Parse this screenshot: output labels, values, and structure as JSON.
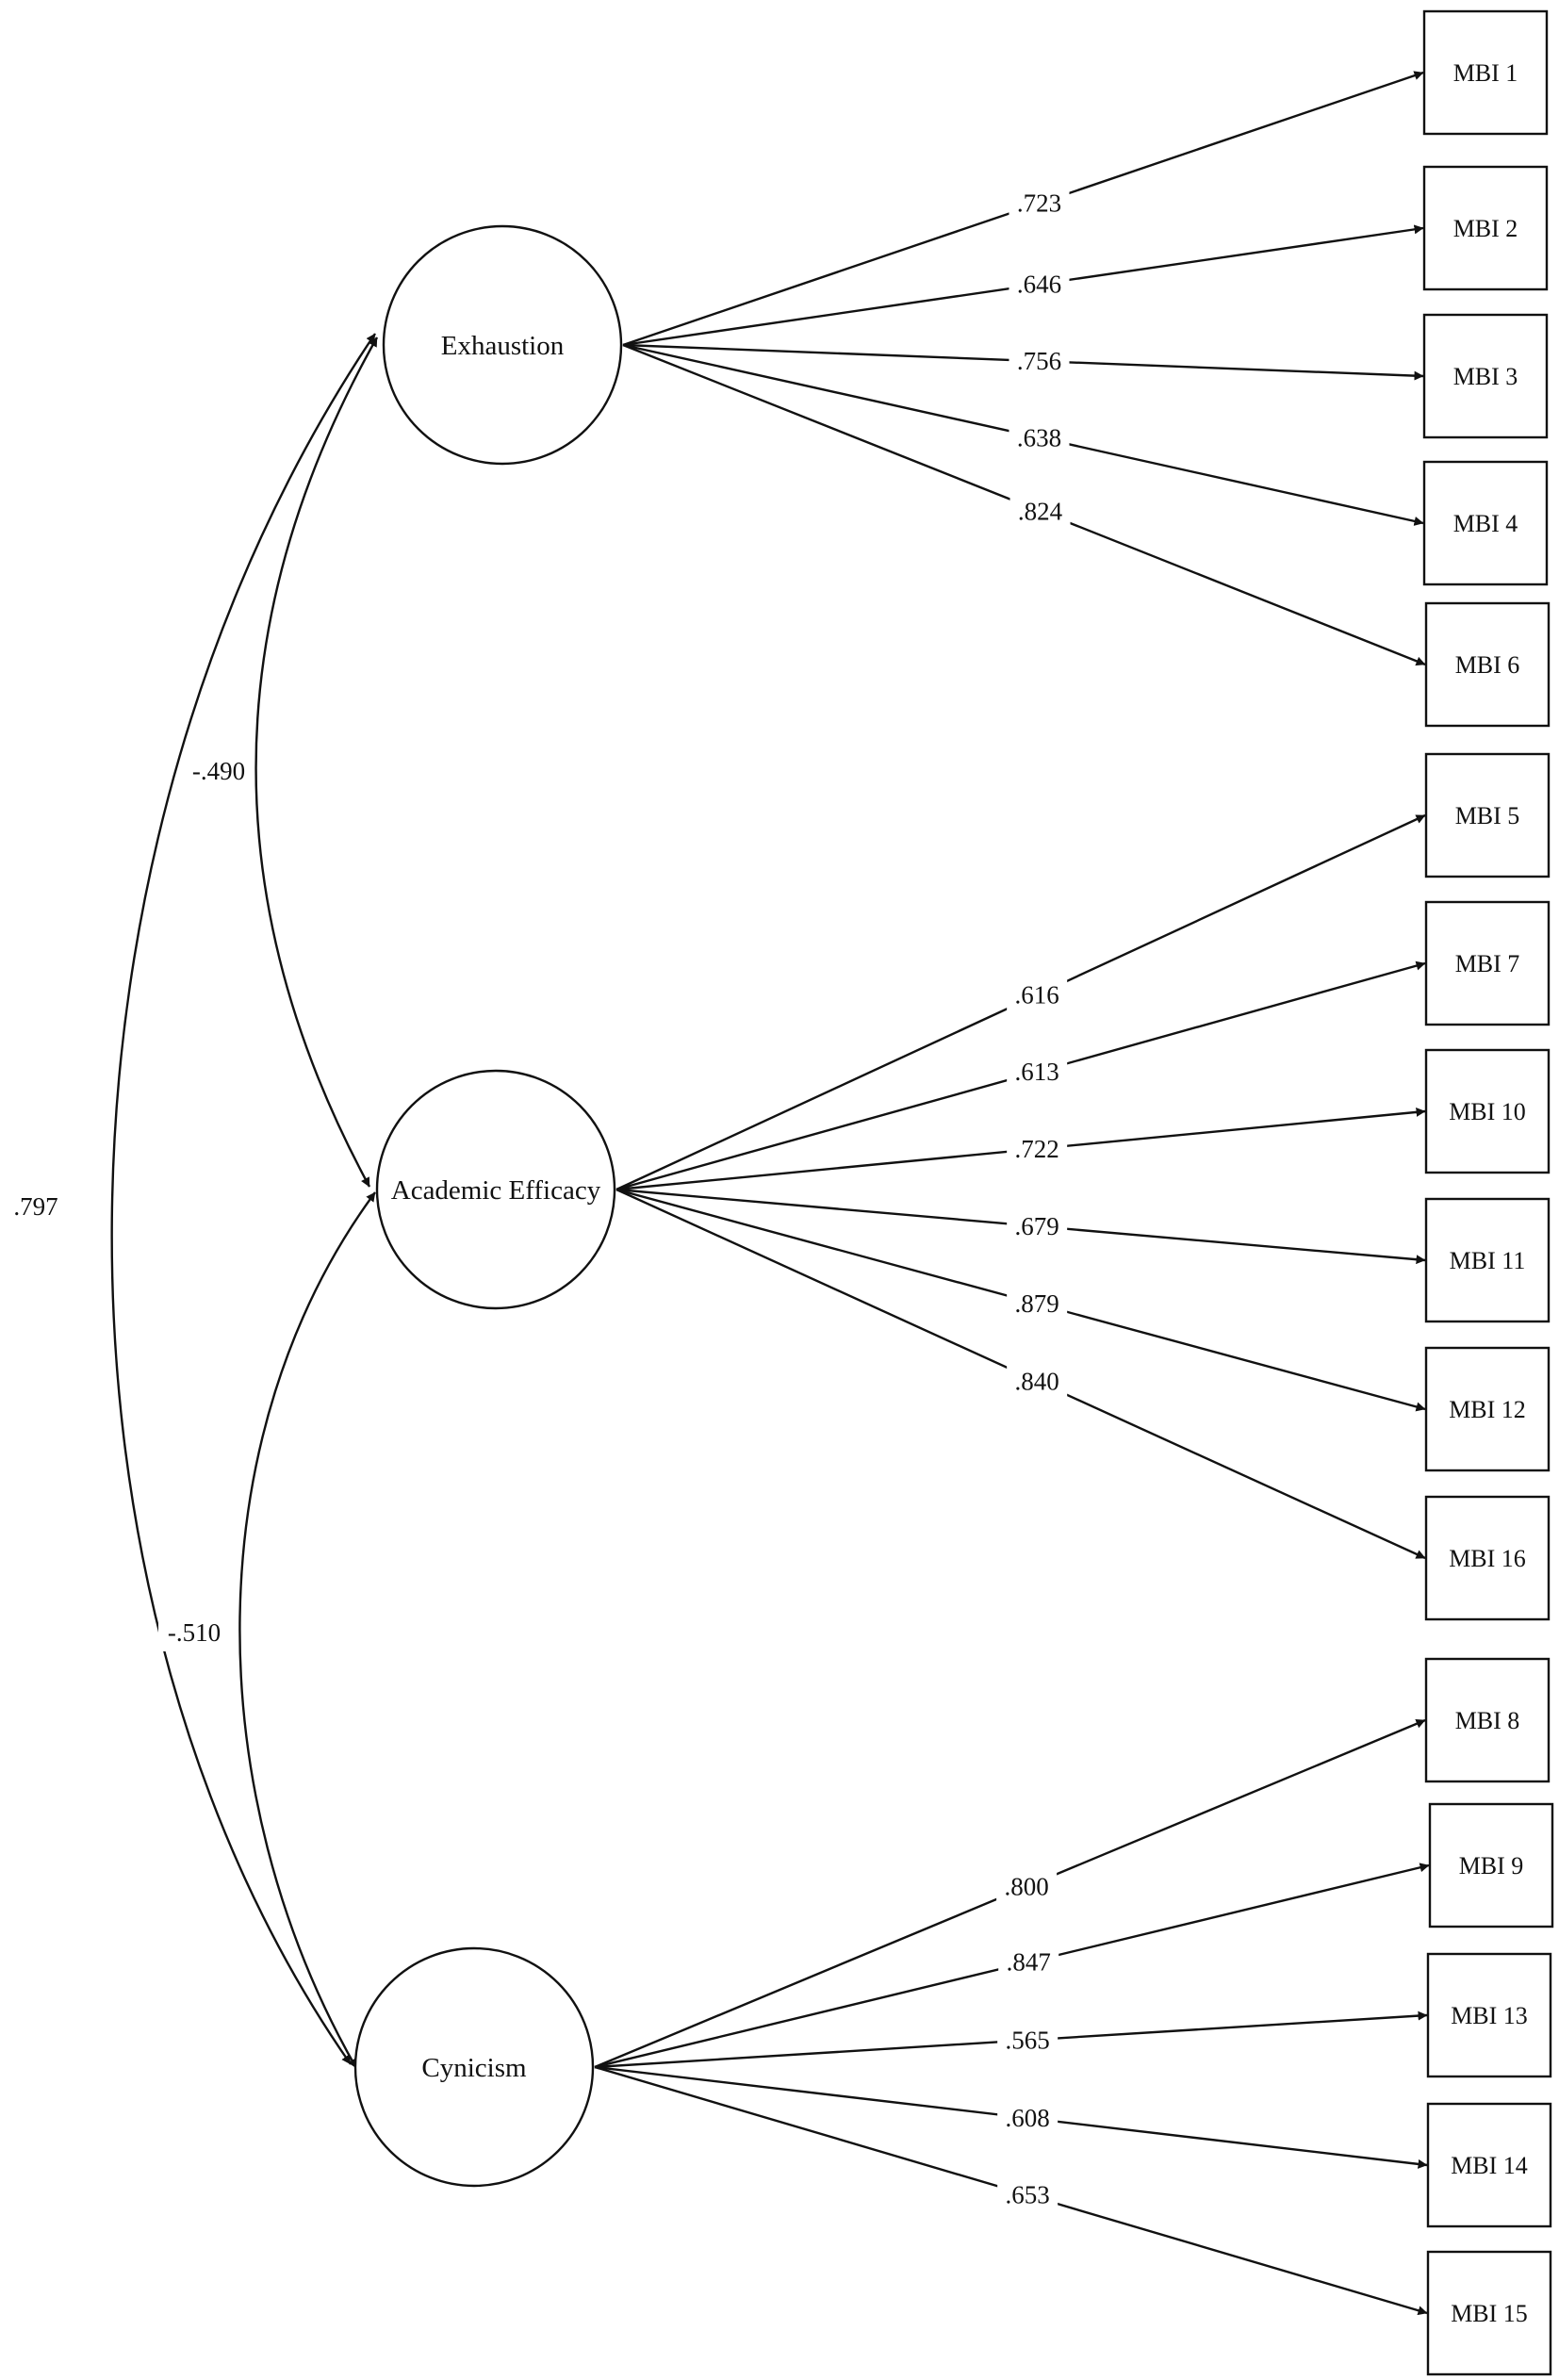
{
  "factors": [
    {
      "id": "exh",
      "label": "Exhaustion"
    },
    {
      "id": "ae",
      "label": "Academic Efficacy"
    },
    {
      "id": "cyn",
      "label": "Cynicism"
    }
  ],
  "items": [
    {
      "id": "mbi1",
      "label": "MBI 1",
      "factor": "exh",
      "loading": ".723"
    },
    {
      "id": "mbi2",
      "label": "MBI 2",
      "factor": "exh",
      "loading": ".646"
    },
    {
      "id": "mbi3",
      "label": "MBI 3",
      "factor": "exh",
      "loading": ".756"
    },
    {
      "id": "mbi4",
      "label": "MBI 4",
      "factor": "exh",
      "loading": ".638"
    },
    {
      "id": "mbi6",
      "label": "MBI 6",
      "factor": "exh",
      "loading": ".824"
    },
    {
      "id": "mbi5",
      "label": "MBI 5",
      "factor": "ae",
      "loading": ".616"
    },
    {
      "id": "mbi7",
      "label": "MBI 7",
      "factor": "ae",
      "loading": ".613"
    },
    {
      "id": "mbi10",
      "label": "MBI 10",
      "factor": "ae",
      "loading": ".722"
    },
    {
      "id": "mbi11",
      "label": "MBI 11",
      "factor": "ae",
      "loading": ".679"
    },
    {
      "id": "mbi12",
      "label": "MBI 12",
      "factor": "ae",
      "loading": ".879"
    },
    {
      "id": "mbi16",
      "label": "MBI 16",
      "factor": "ae",
      "loading": ".840"
    },
    {
      "id": "mbi8",
      "label": "MBI 8",
      "factor": "cyn",
      "loading": ".800"
    },
    {
      "id": "mbi9",
      "label": "MBI 9",
      "factor": "cyn",
      "loading": ".847"
    },
    {
      "id": "mbi13",
      "label": "MBI 13",
      "factor": "cyn",
      "loading": ".565"
    },
    {
      "id": "mbi14",
      "label": "MBI 14",
      "factor": "cyn",
      "loading": ".608"
    },
    {
      "id": "mbi15",
      "label": "MBI 15",
      "factor": "cyn",
      "loading": ".653"
    }
  ],
  "correlations": [
    {
      "from": "exh",
      "to": "ae",
      "value": "-.490"
    },
    {
      "from": "ae",
      "to": "cyn",
      "value": "-.510"
    },
    {
      "from": "exh",
      "to": "cyn",
      "value": ".797"
    }
  ]
}
